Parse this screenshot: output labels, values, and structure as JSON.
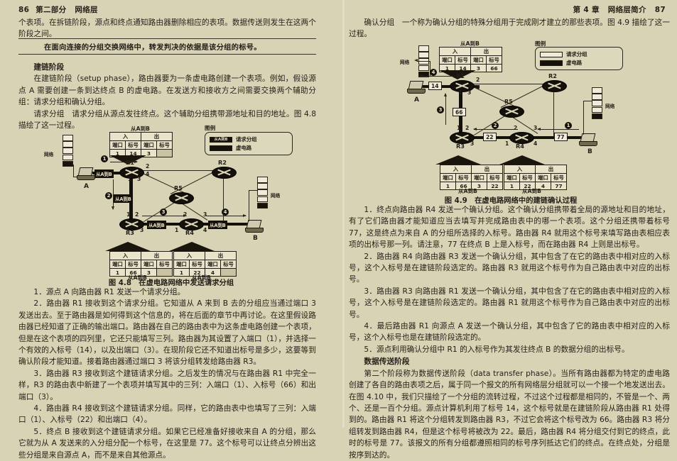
{
  "left_page": {
    "running_head": {
      "page_number": "86",
      "part": "第二部分",
      "section": "网络层"
    },
    "paragraphs": {
      "p1": "个表项。在拆链阶段，源点和终点通知路由器删除相应的表项。数据传送则发生在这两个阶段之间。",
      "maxim": "在面向连接的分组交换网络中，转发判决的依据是该分组的标号。",
      "h_setup": "建链阶段",
      "p_setup": "在建链阶段（setup phase），路由器要为一条虚电路创建一个表项。例如，假设源点 A 需要创建一条到达终点 B 的虚电路。在发送方和接收方之间需要交换两个辅助分组：请求分组和确认分组。",
      "p_request": "请求分组　请求分组从源点发往终点。这个辅助分组携带源地址和目的地址。图 4.8 描绘了这一过程。",
      "s1": "1．源点 A 向路由器 R1 发送一个请求分组。",
      "s2": "2．路由器 R1 接收到这个请求分组。它知道从 A 来到 B 去的分组应当通过端口 3 发送出去。至于路由器是如何得到这个信息的，将在后面的章节中再讨论。在这里假设路由器已经知道了正确的输出端口。路由器在自己的路由表中为这条虚电路创建一个表项，但是在这个表项的四列里，它还只能填写三列。路由器为其设置了入端口（1），并选择一个有效的入标号（14），以及出端口（3）。在现阶段它还不知道出标号是多少，这要等到确认阶段才能知道。接着路由器通过端口 3 将该分组转发给路由器 R3。",
      "s3": "3．路由器 R3 接收到这个建链请求分组。之后发生的情况与在路由器 R1 中完全一样，R3 的路由表中新建了一个表项并填写其中的三列：入端口（1）、入标号（66）和出端口（3）。",
      "s4": "4．路由器 R4 接收到这个建链请求分组。同样，它的路由表中也填写了三列：入端口（1）、入标号（22）和出端口（4）。",
      "s5": "5．终点 B 接收到这个建链请求分组。如果它已经准备好接收来自 A 的分组，那么它就为从 A 发送来的入分组分配一个标号，在这里是 77。这个标号可以让终点分辨出这些分组是来自源点 A，而不是来自其他源点。"
    },
    "figure": {
      "caption": "图 4.8　在虚电路网络中发送请求分组",
      "legend_title": "图例",
      "legend_items": [
        {
          "swatch": "request-packet",
          "label": "请求分组",
          "chip_text": "从A到B"
        },
        {
          "swatch": "virtual-circuit",
          "label": "虚电路"
        }
      ],
      "network_label": "网络",
      "hosts": [
        {
          "name": "A"
        },
        {
          "name": "B"
        }
      ],
      "routers": [
        "R1",
        "R2",
        "R3",
        "R4",
        "R5"
      ],
      "packet_label": "从A到B",
      "steps": [
        "1",
        "2",
        "3",
        "4"
      ],
      "tables": [
        {
          "router": "R1",
          "title": "从A到B",
          "caption": "",
          "group_headers": [
            "入",
            "出"
          ],
          "col_headers": [
            "端口",
            "标号",
            "端口",
            "标号"
          ],
          "row": [
            "1",
            "14",
            "3",
            ""
          ]
        },
        {
          "router": "R3",
          "title": "",
          "caption": "从A到B",
          "group_headers": [
            "入",
            "出"
          ],
          "col_headers": [
            "端口",
            "标号",
            "端口",
            "标号"
          ],
          "row": [
            "1",
            "66",
            "3",
            ""
          ]
        },
        {
          "router": "R4",
          "title": "",
          "caption": "从A到B",
          "group_headers": [
            "入",
            "出"
          ],
          "col_headers": [
            "端口",
            "标号",
            "端口",
            "标号"
          ],
          "row": [
            "1",
            "22",
            "4",
            ""
          ]
        }
      ],
      "ports": {
        "r1": [
          "1",
          "2",
          "3",
          "4"
        ],
        "r3": [
          "1",
          "2",
          "3"
        ],
        "r4": [
          "1",
          "2",
          "3",
          "4"
        ]
      }
    }
  },
  "right_page": {
    "running_head": {
      "page_number": "87",
      "chapter": "第 4 章",
      "section": "网络层简介"
    },
    "paragraphs": {
      "p_ack": "确认分组　一个称为确认分组的特殊分组用于完成刚才建立的那些表项。图 4.9 描绘了这一过程。",
      "s1": "1．终点向路由器 R4 发送一个确认分组。这个确认分组携带着全局的源地址和目的地址，有了它们路由器才能知道应当去填写并完成路由表中的哪一个表项。这个分组还携带着标号 77，这是终点为来自 A 的分组所选择的入标号。路由器 R4 就用这个标号来填写路由表相应表项的出标号那一列。请注意，77 在终点 B 上是入标号，而在路由器 R4 上则是出标号。",
      "s2": "2．路由器 R4 向路由器 R3 发送一个确认分组，其中包含了在它的路由表中相对应的入标号，这个入标号是在建链阶段选定的。路由器 R3 就用这个标号作为自己路由表中对应的出标号。",
      "s3": "3．路由器 R3 向路由器 R1 发送一个确认分组，其中包含了在它的路由表中相对应的入标号，这个入标号是在建链阶段选定的。路由器 R1 就用这个标号作为自己路由表中对应的出标号。",
      "s4": "4．最后路由器 R1 向源点 A 发送一个确认分组，其中包含了它的路由表中相对应的入标号，这个入标号也是在建链阶段选定的。",
      "s5": "5．源点利用确认分组中 R1 的入标号作为其发往终点 B 的数据分组的出标号。",
      "h_transfer": "数据传送阶段",
      "p_transfer": "第二个阶段称为数据传送阶段（data transfer phase）。当所有路由器都为特定的虚电路创建了各自的路由表项之后，属于同一个报文的所有网络层分组就可以一个接一个地发送出去。在图 4.10 中，我们只描绘了一个分组的流转过程，不过这个过程都是相同的，不管是一个、两个、还是一百个分组。源点计算机利用了标号 14，这个标号就是在建链阶段从路由器 R1 处得到的。路由器 R1 将这个分组转发到路由器 R3，不过它会将这个标号改为 66。路由器 R3 将分组转发到路由器 R4，但是这个标号将被改为 22。最后，路由器 R4 将分组交付到它的终点，此时的标号是 77。该报文的所有分组都遵照相同的标号序列抵达它们的终点。在终点处，分组是按序到达的。"
    },
    "figure": {
      "caption": "图 4.9　在虚电路网络中的建链确认过程",
      "legend_title": "图例",
      "legend_items": [
        {
          "swatch": "request-packet-open",
          "label": "请求分组"
        },
        {
          "swatch": "virtual-circuit",
          "label": "虚电路"
        }
      ],
      "network_label": "网络",
      "hosts": [
        {
          "name": "A"
        },
        {
          "name": "B"
        }
      ],
      "routers": [
        "R1",
        "R2",
        "R3",
        "R4",
        "R5"
      ],
      "steps": [
        "1",
        "2",
        "3",
        "4"
      ],
      "link_labels": {
        "a_r1": "14",
        "r1_r3": "66",
        "r3_r4": "22",
        "r4_b": "77"
      },
      "tables": [
        {
          "router": "R1",
          "title": "从A到B",
          "caption": "",
          "group_headers": [
            "入",
            "出"
          ],
          "col_headers": [
            "端口",
            "标号",
            "端口",
            "标号"
          ],
          "row": [
            "1",
            "14",
            "3",
            "66"
          ]
        },
        {
          "router": "R3",
          "title": "",
          "caption": "从A到B",
          "group_headers": [
            "入",
            "出"
          ],
          "col_headers": [
            "端口",
            "标号",
            "端口",
            "标号"
          ],
          "row": [
            "1",
            "66",
            "3",
            "22"
          ]
        },
        {
          "router": "R4",
          "title": "",
          "caption": "从A到B",
          "group_headers": [
            "入",
            "出"
          ],
          "col_headers": [
            "端口",
            "标号",
            "端口",
            "标号"
          ],
          "row": [
            "1",
            "22",
            "4",
            "77"
          ]
        }
      ],
      "ports": {
        "r1": [
          "1",
          "2",
          "3",
          "4"
        ],
        "r3": [
          "1",
          "2",
          "3"
        ],
        "r4": [
          "1",
          "2",
          "3",
          "4"
        ]
      }
    }
  },
  "colors": {
    "paper": "#d7d3b4",
    "ink": "#241f18",
    "node_fill": "#14110a",
    "table_fill": "#e9e4c9",
    "blank_cell": "#c9c3a4"
  }
}
